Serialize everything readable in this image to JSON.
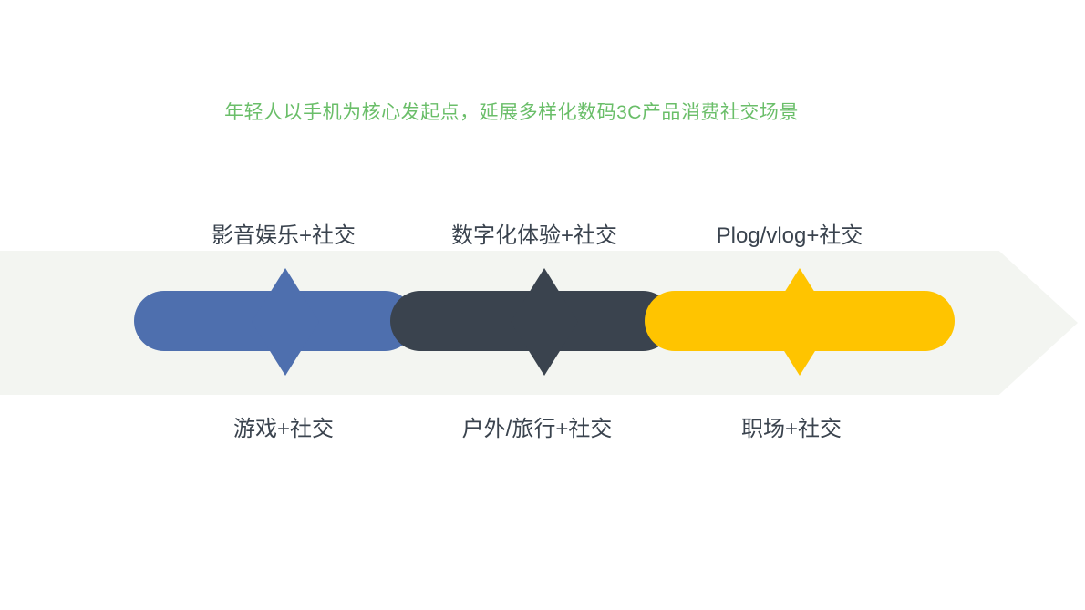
{
  "title": {
    "text": "年轻人以手机为核心发起点，延展多样化数码3C产品消费社交场景",
    "color": "#6ABE69"
  },
  "band": {
    "color": "#F3F5F1",
    "shape": "right-arrow"
  },
  "label_text_color": "#3A434E",
  "segments": [
    {
      "id": "media",
      "top_label": "影音娱乐+社交",
      "bottom_label": "游戏+社交",
      "color": "#4E6FAE"
    },
    {
      "id": "digital",
      "top_label": "数字化体验+社交",
      "bottom_label": "户外/旅行+社交",
      "color": "#3A434E"
    },
    {
      "id": "plog",
      "top_label": "Plog/vlog+社交",
      "bottom_label": "职场+社交",
      "color": "#FFC400"
    }
  ]
}
